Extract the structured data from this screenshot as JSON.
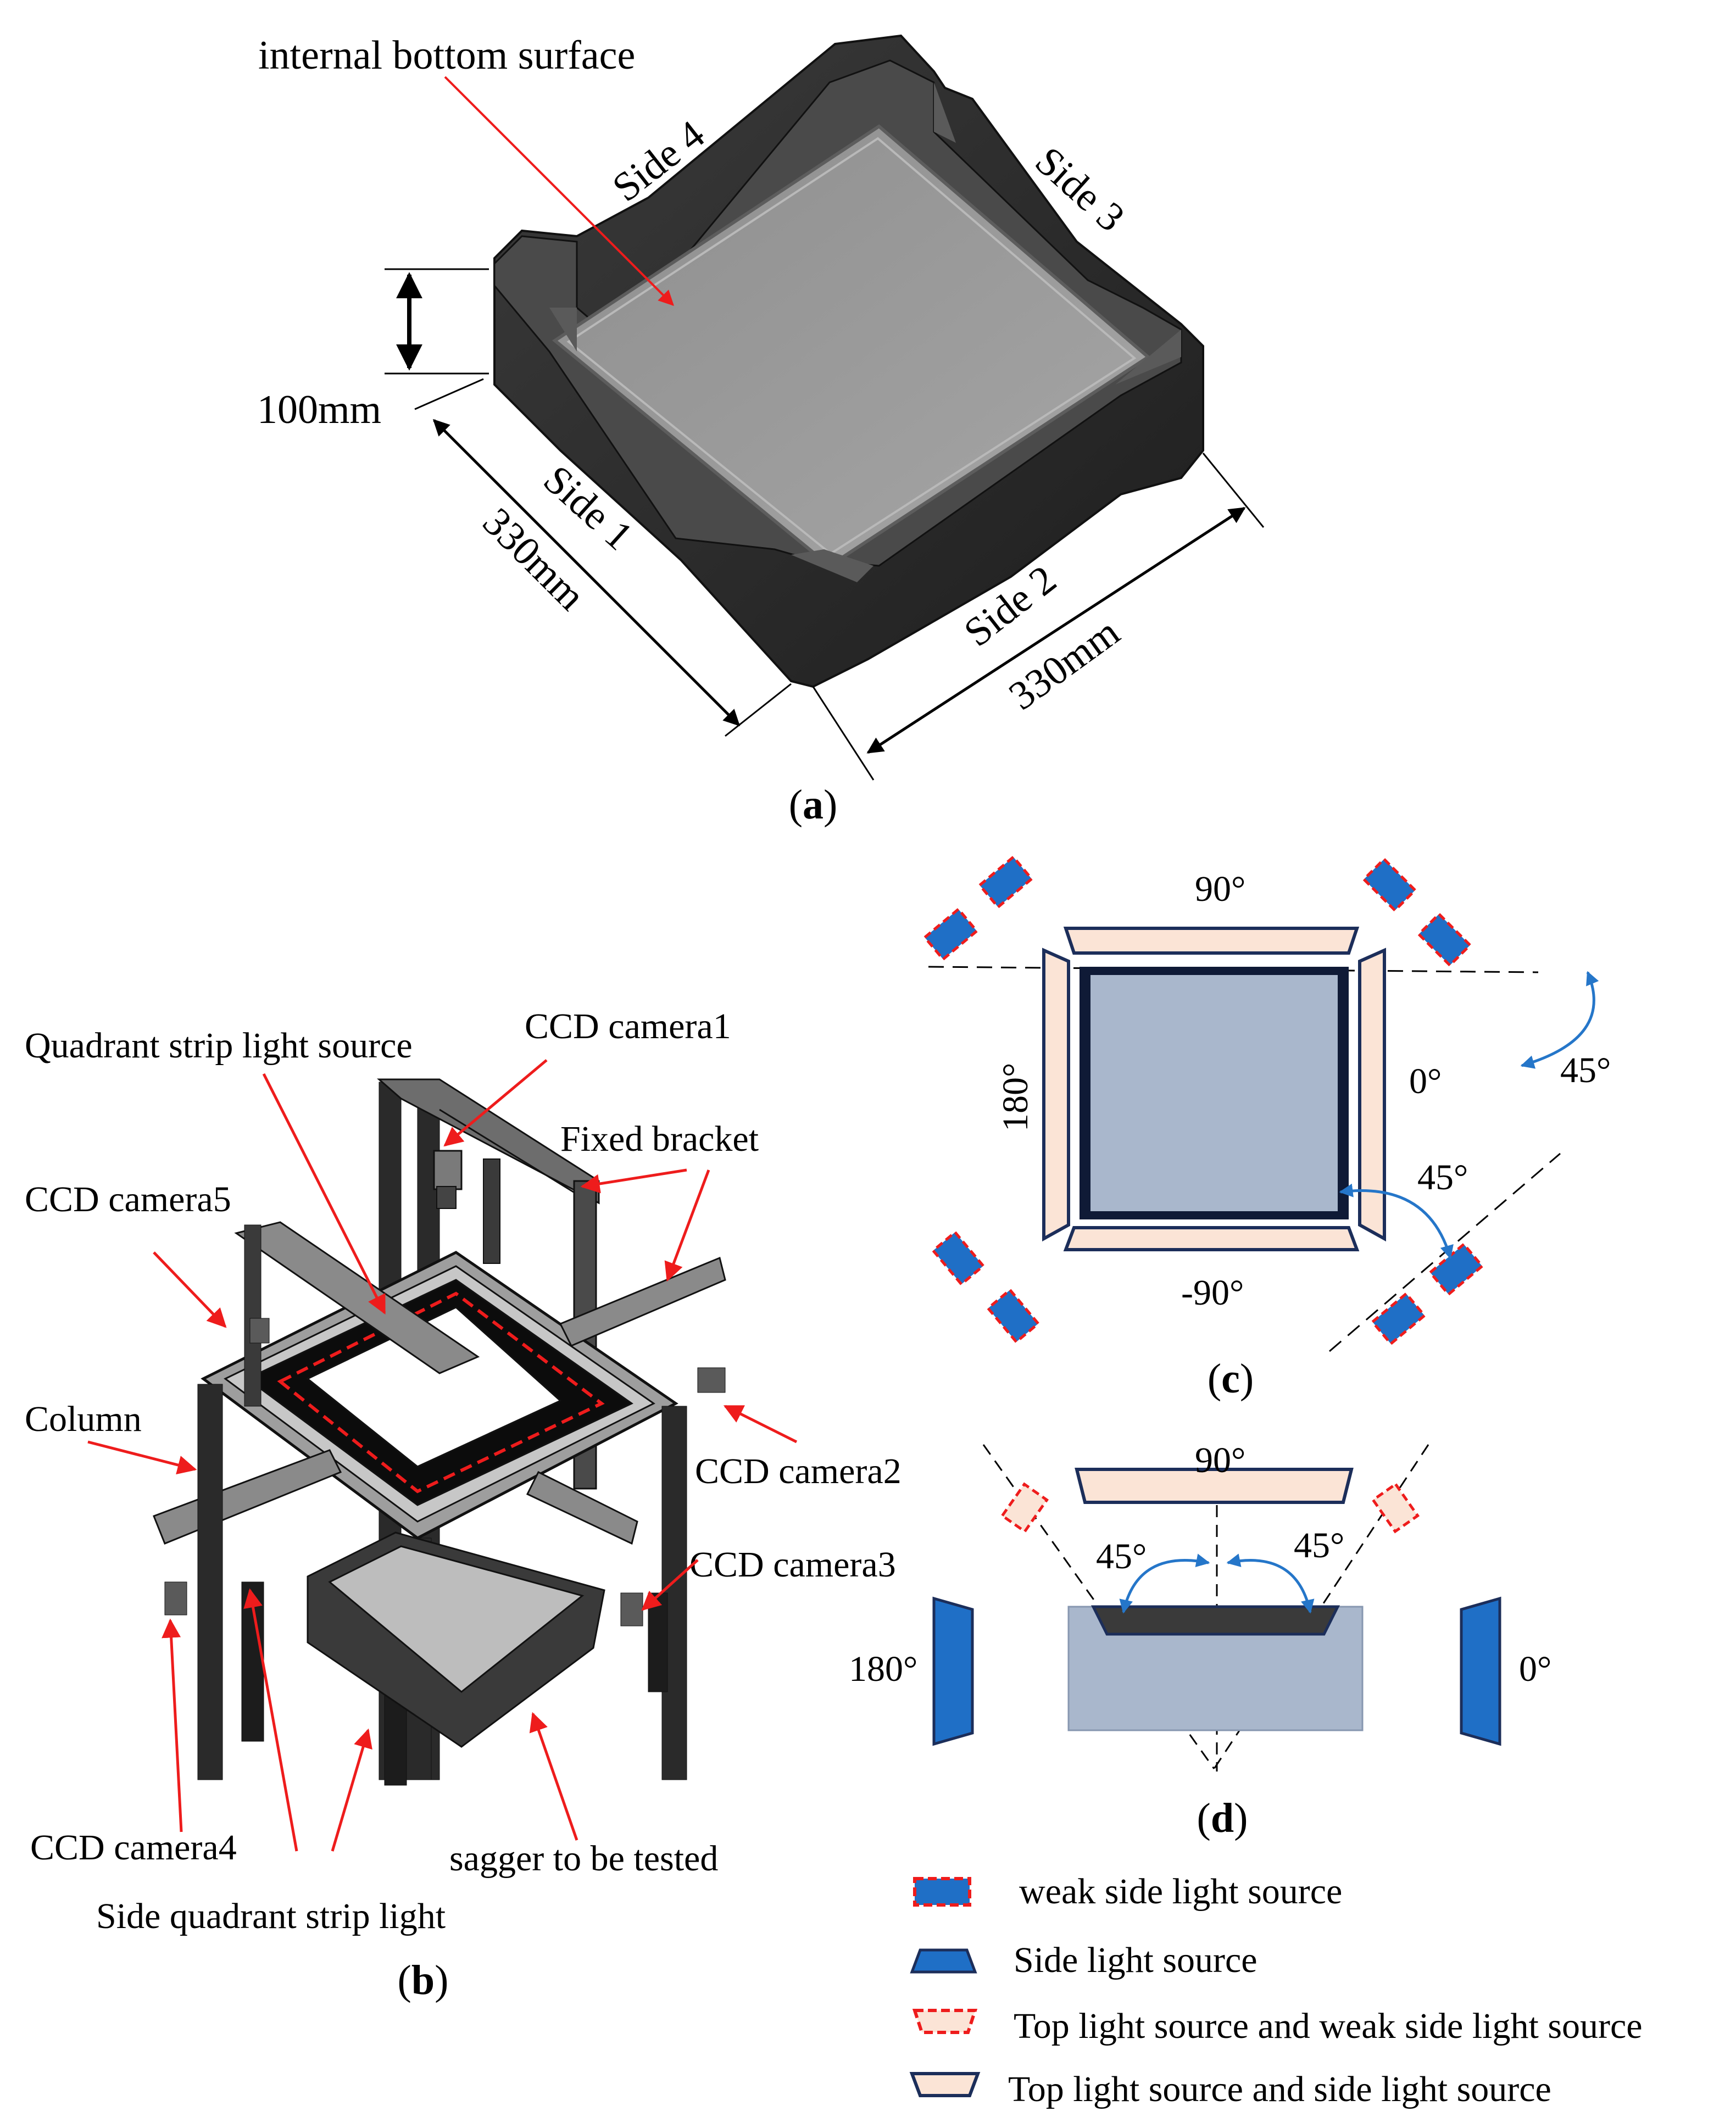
{
  "panel_a": {
    "caption_letter": "a",
    "label_internal_bottom": "internal bottom surface",
    "label_side1": "Side 1",
    "label_side2": "Side 2",
    "label_side3": "Side 3",
    "label_side4": "Side 4",
    "dim_height": "100mm",
    "dim_side1": "330mm",
    "dim_side2": "330mm"
  },
  "panel_b": {
    "caption_letter": "b",
    "label_quadrant_strip": "Quadrant strip light source",
    "label_ccd1": "CCD camera1",
    "label_fixed_bracket": "Fixed bracket",
    "label_ccd5": "CCD camera5",
    "label_column": "Column",
    "label_ccd2": "CCD camera2",
    "label_ccd3": "CCD camera3",
    "label_ccd4": "CCD camera4",
    "label_sagger": "sagger to be tested",
    "label_side_strip": "Side quadrant strip light"
  },
  "panel_c": {
    "caption_letter": "c",
    "angle_top": "90°",
    "angle_left": "180°",
    "angle_right": "0°",
    "angle_bottom": "-90°",
    "angle_rot_right": "45°",
    "angle_rot_corner": "45°"
  },
  "panel_d": {
    "caption_letter": "d",
    "angle_top": "90°",
    "angle_left": "180°",
    "angle_right": "0°",
    "angle_45_left": "45°",
    "angle_45_right": "45°"
  },
  "legend": [
    "weak side light source",
    "Side light source",
    "Top light source and weak side light source",
    "Top light source and side light source"
  ],
  "colors": {
    "arrow_red": "#ee1c1c",
    "light_blue": "#1f6fc6",
    "dark_blue_outline": "#1c2e5a",
    "peach": "#fbe4d6",
    "sagger_fill": "#a9b7cc",
    "sagger_dark": "#3a3a3a",
    "rotation_arrow": "#2576c9"
  }
}
